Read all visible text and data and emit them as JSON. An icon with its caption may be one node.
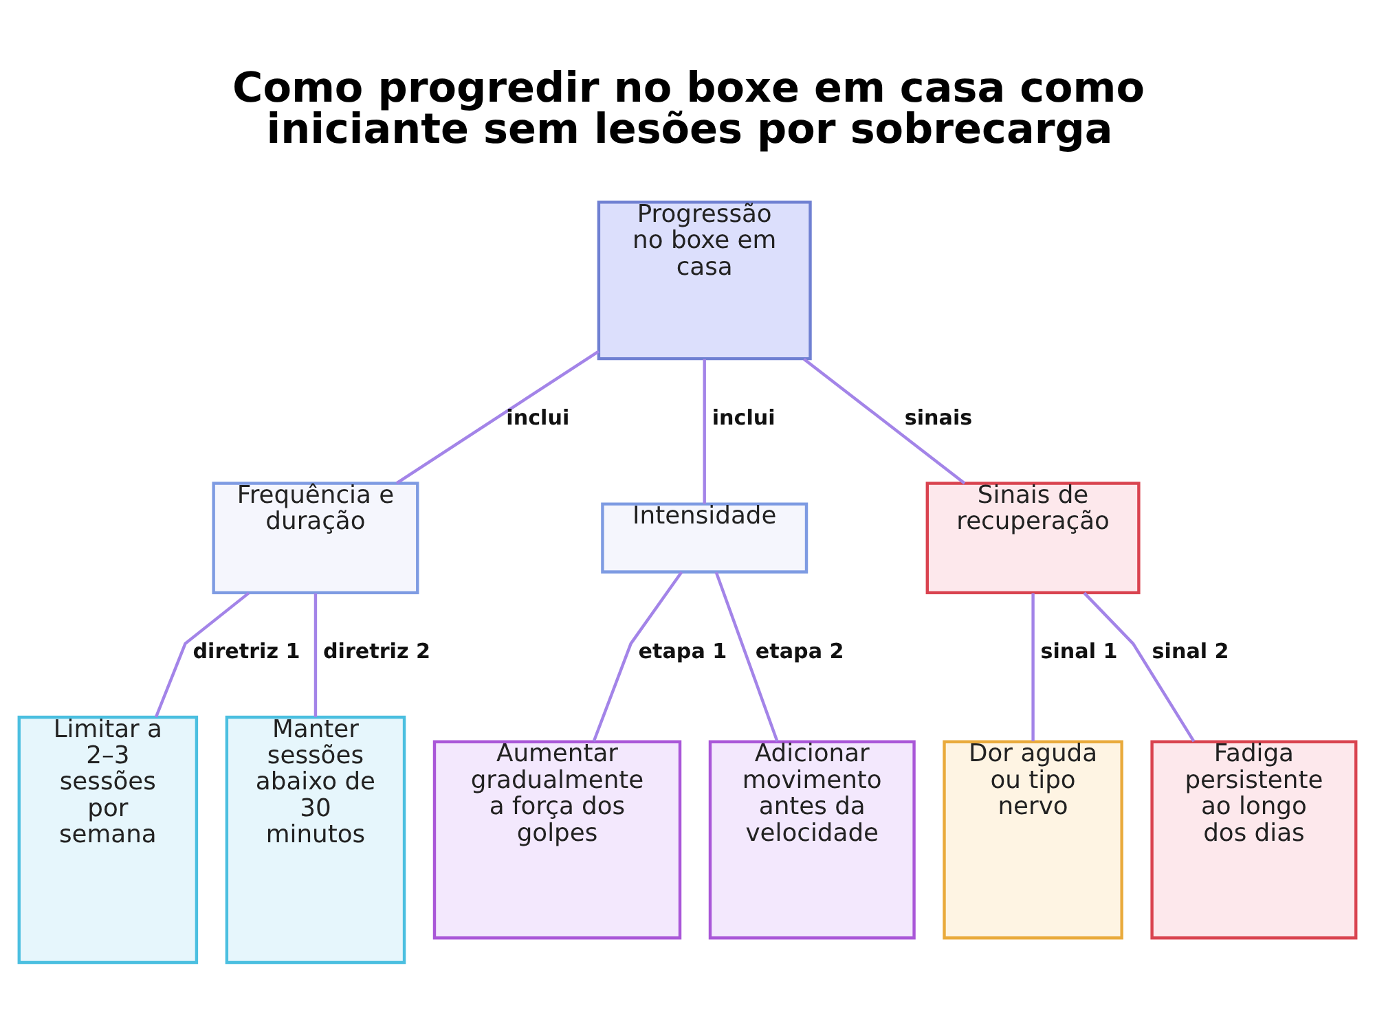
{
  "diagram": {
    "title": "Como progredir no boxe em casa como iniciante sem lesões por sobrecarga",
    "nodes": [
      {
        "text": [
          "Progressão no boxe em casa"
        ]
      },
      {
        "text": [
          "Frequência e duração"
        ]
      },
      {
        "text": [
          "Intensidade"
        ]
      },
      {
        "text": [
          "Sinais de recuperação"
        ]
      },
      {
        "text": [
          "Limitar a 2–3 sessões por semana"
        ]
      },
      {
        "text": [
          "Manter sessões abaixo de 30 minutos"
        ]
      },
      {
        "text": [
          "Aumentar gradualmente a força dos golpes"
        ]
      },
      {
        "text": [
          "Adicionar movimento antes da velocidade"
        ]
      },
      {
        "text": [
          "Dor aguda ou tipo nervo"
        ]
      },
      {
        "text": [
          "Fadiga persistente ao longo dos dias"
        ]
      }
    ],
    "edges": [
      {
        "from": 0,
        "to": 1,
        "arrow": "none",
        "label": "inclui"
      },
      {
        "from": 0,
        "to": 2,
        "arrow": "none",
        "label": "inclui"
      },
      {
        "from": 0,
        "to": 3,
        "arrow": "none",
        "label": "sinais"
      },
      {
        "from": 1,
        "to": 4,
        "arrow": "none",
        "label": "diretriz 1"
      },
      {
        "from": 1,
        "to": 5,
        "arrow": "none",
        "label": "diretriz 2"
      },
      {
        "from": 2,
        "to": 6,
        "arrow": "none",
        "label": "etapa 1"
      },
      {
        "from": 2,
        "to": 7,
        "arrow": "none",
        "label": "etapa 2"
      },
      {
        "from": 3,
        "to": 8,
        "arrow": "none",
        "label": "sinal 1"
      },
      {
        "from": 3,
        "to": 9,
        "arrow": "none",
        "label": "sinal 2"
      }
    ]
  }
}
